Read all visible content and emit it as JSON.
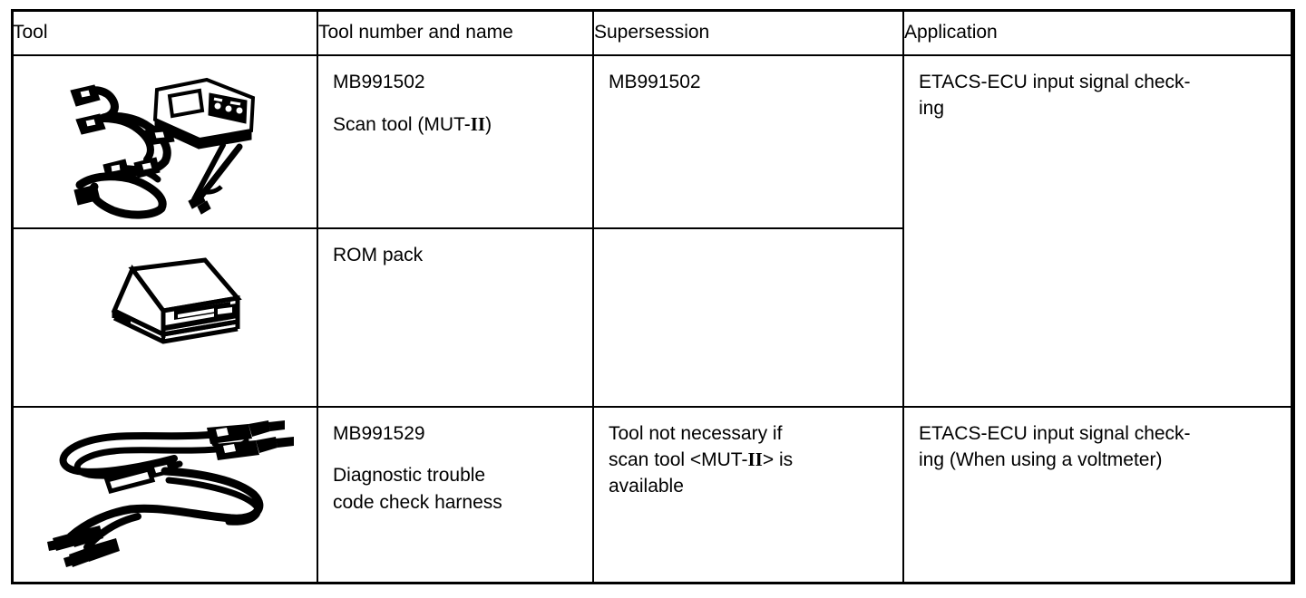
{
  "document": {
    "type": "special-tools-table",
    "colors": {
      "ink": "#000000",
      "page": "#ffffff"
    }
  },
  "table": {
    "columns": [
      {
        "key": "tool",
        "header": "Tool"
      },
      {
        "key": "number_name",
        "header": "Tool number and name"
      },
      {
        "key": "supersession",
        "header": "Supersession"
      },
      {
        "key": "application",
        "header": "Application"
      }
    ],
    "rows": [
      {
        "illustration": "scan-tool-illustration",
        "illustration_caption": "scan tool handheld unit with cables, ROM cartridge and probes",
        "number": "MB991502",
        "name": "Scan tool (MUT-II)",
        "name_prefix": "Scan tool (MUT-",
        "name_roman": "II",
        "name_suffix": ")",
        "supersession": "MB991502",
        "application_line1": "ETACS-ECU input signal check-",
        "application_line2": "ing"
      },
      {
        "illustration": "rom-pack-illustration",
        "illustration_caption": "ROM pack cartridge",
        "number": "",
        "name": "ROM pack",
        "supersession": "",
        "application_line1": "",
        "application_line2": ""
      },
      {
        "illustration": "harness-illustration",
        "illustration_caption": "diagnostic trouble code check harness with clips and probes",
        "number": "MB991529",
        "name_line1": "Diagnostic trouble",
        "name_line2": "code check harness",
        "supersession_line1": "Tool not necessary if",
        "supersession_line2_prefix": "scan tool <MUT-",
        "supersession_line2_roman": "II",
        "supersession_line2_suffix": "> is",
        "supersession_line3": "available",
        "application_line1": "ETACS-ECU input signal check-",
        "application_line2": "ing (When using a voltmeter)"
      }
    ]
  }
}
